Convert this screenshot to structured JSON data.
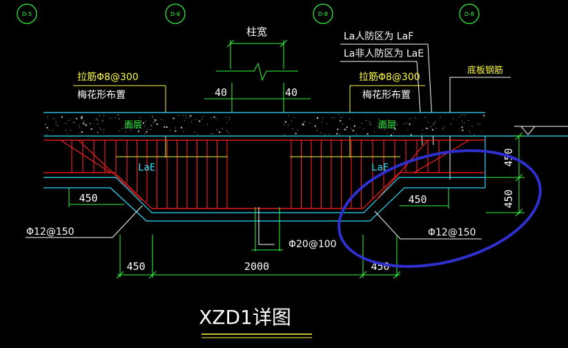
{
  "grid_axes": [
    "D-5",
    "D-6",
    "D-8",
    "D-8"
  ],
  "labels": {
    "column_width": "柱宽",
    "dim_40_left": "40",
    "dim_40_right": "40",
    "la_civil": "La人防区为 LaF",
    "la_noncivil": "La非人防区为 LaE",
    "tie_bar_left": "拉筋Φ8@300",
    "quincunx_left": "梅花形布置",
    "tie_bar_right": "拉筋Φ8@300",
    "quincunx_right": "梅花形布置",
    "bottom_slab_rebar": "底板钢筋",
    "surface_left": "面层",
    "surface_right": "面层",
    "lae_left": "LaE",
    "lae_right": "LaE",
    "dim_450_left_inner": "450",
    "dim_450_right_inner": "450",
    "rebar_left": "Φ12@150",
    "rebar_right": "Φ12@150",
    "rebar_bottom": "Φ20@100",
    "dim_450_bottom_left": "450",
    "dim_2000": "2000",
    "dim_450_bottom_right": "450",
    "dim_450_side_upper": "450",
    "dim_450_side_lower": "450",
    "title": "XZD1详图"
  },
  "colors": {
    "background": "#000000",
    "red": "#ff2020",
    "cyan": "#30e0ff",
    "yellow": "#ffff40",
    "green": "#30ff40",
    "white": "#ffffff",
    "blue_highlight": "#3030d0"
  }
}
